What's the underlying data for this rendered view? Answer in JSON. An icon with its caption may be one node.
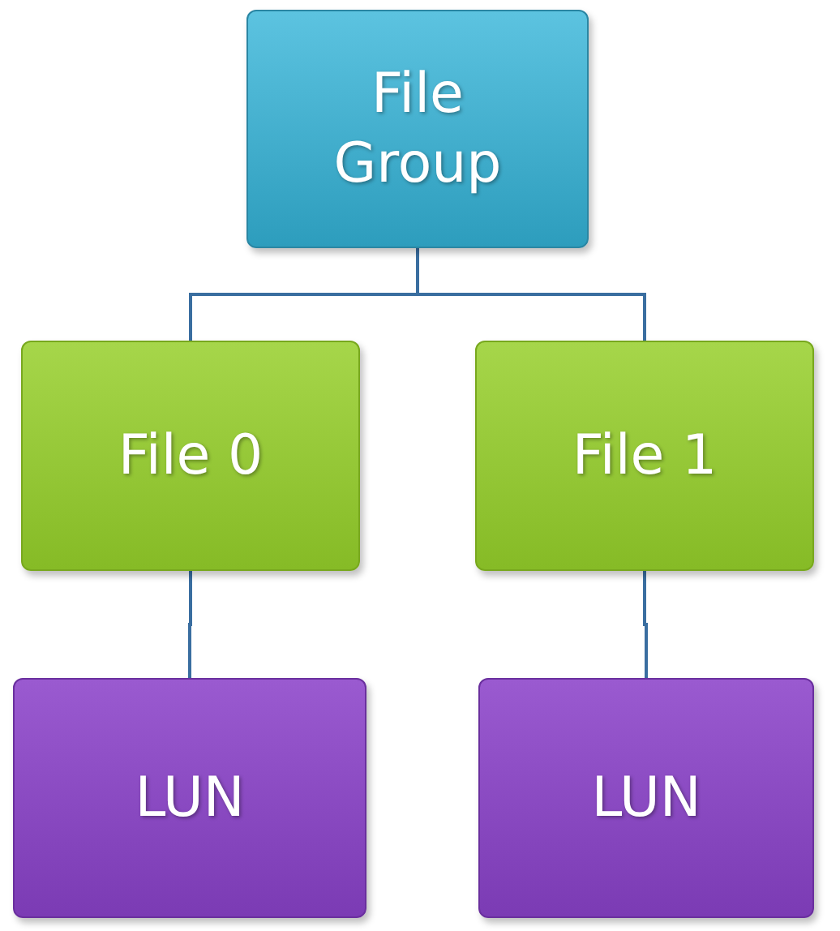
{
  "diagram": {
    "nodes": [
      {
        "text": [
          "File Group"
        ]
      },
      {
        "text": [
          "File 0"
        ]
      },
      {
        "text": [
          "File 1"
        ]
      },
      {
        "text": [
          "LUN"
        ]
      },
      {
        "text": [
          "LUN"
        ]
      }
    ],
    "edges": [
      {
        "from": 0,
        "to": 1,
        "arrow": "none"
      },
      {
        "from": 0,
        "to": 2,
        "arrow": "none"
      },
      {
        "from": 1,
        "to": 3,
        "arrow": "none"
      },
      {
        "from": 2,
        "to": 4,
        "arrow": "none"
      }
    ]
  }
}
